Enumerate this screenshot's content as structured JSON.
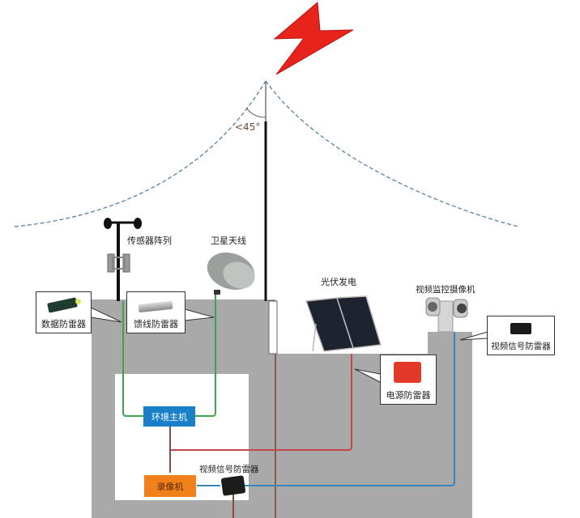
{
  "diagram": {
    "title": "Lightning protection system diagram",
    "angle_label": "<45°",
    "components": {
      "sensor_array": "传感器阵列",
      "satellite_antenna": "卫星天线",
      "solar_power": "光伏发电",
      "video_camera": "视频监控摄像机",
      "env_host": "环境主机",
      "video_recorder": "录像机",
      "video_arrester_inner": "视频信号防雷器"
    },
    "callouts": {
      "data_arrester": "数据防雷器",
      "feeder_arrester": "馈线防雷器",
      "power_arrester": "电源防雷器",
      "video_arrester": "视频信号防雷器"
    },
    "colors": {
      "lightning": "#e8231b",
      "wall": "#a8a9a8",
      "protection_zone": "#4a7a9c",
      "green_line": "#3fa34d",
      "red_line": "#c8454a",
      "blue_line": "#3a86b8",
      "env_host_box": "#1a7fc9",
      "recorder_box": "#f0801a",
      "ground_line": "#8a5a5a"
    }
  }
}
